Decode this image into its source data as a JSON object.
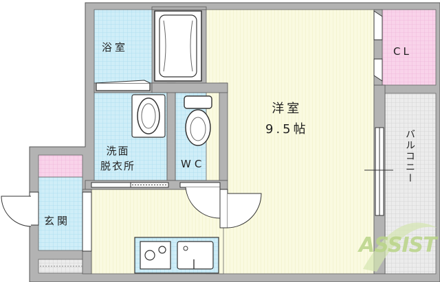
{
  "labels": {
    "bathroom": "浴室",
    "washroom_line1": "洗面",
    "washroom_line2": "脱衣所",
    "wc": "WC",
    "western_room": "洋室",
    "room_size": "9.5帖",
    "closet": "CL",
    "balcony": "バルコニー",
    "entrance": "玄関"
  },
  "logo": {
    "text": "ASSIST"
  },
  "colors": {
    "wall": "#b3b3b3",
    "wall_edge": "#555555",
    "tile_blue": "#cfeef8",
    "room_yellow": "#fafae0",
    "closet_pink": "#f9d3ea",
    "balcony_gray": "#e8e8e8",
    "logo_green": "#b9d488"
  }
}
